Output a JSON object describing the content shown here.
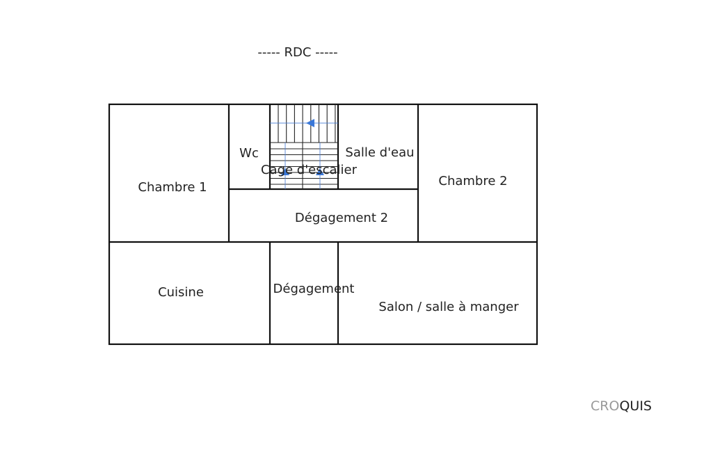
{
  "title": "-----  RDC  -----",
  "rooms": {
    "chambre1": "Chambre 1",
    "wc": "Wc",
    "cage_escalier": "Cage d'escalier",
    "salle_eau": "Salle d'eau",
    "chambre2": "Chambre 2",
    "degagement2": "Dégagement 2",
    "cuisine": "Cuisine",
    "degagement": "Dégagement",
    "salon": "Salon / salle à manger"
  },
  "logo": {
    "part1": "CRO",
    "part2": "QUIS"
  },
  "colors": {
    "arrow": "#3b78d8",
    "walls": "#111111"
  }
}
